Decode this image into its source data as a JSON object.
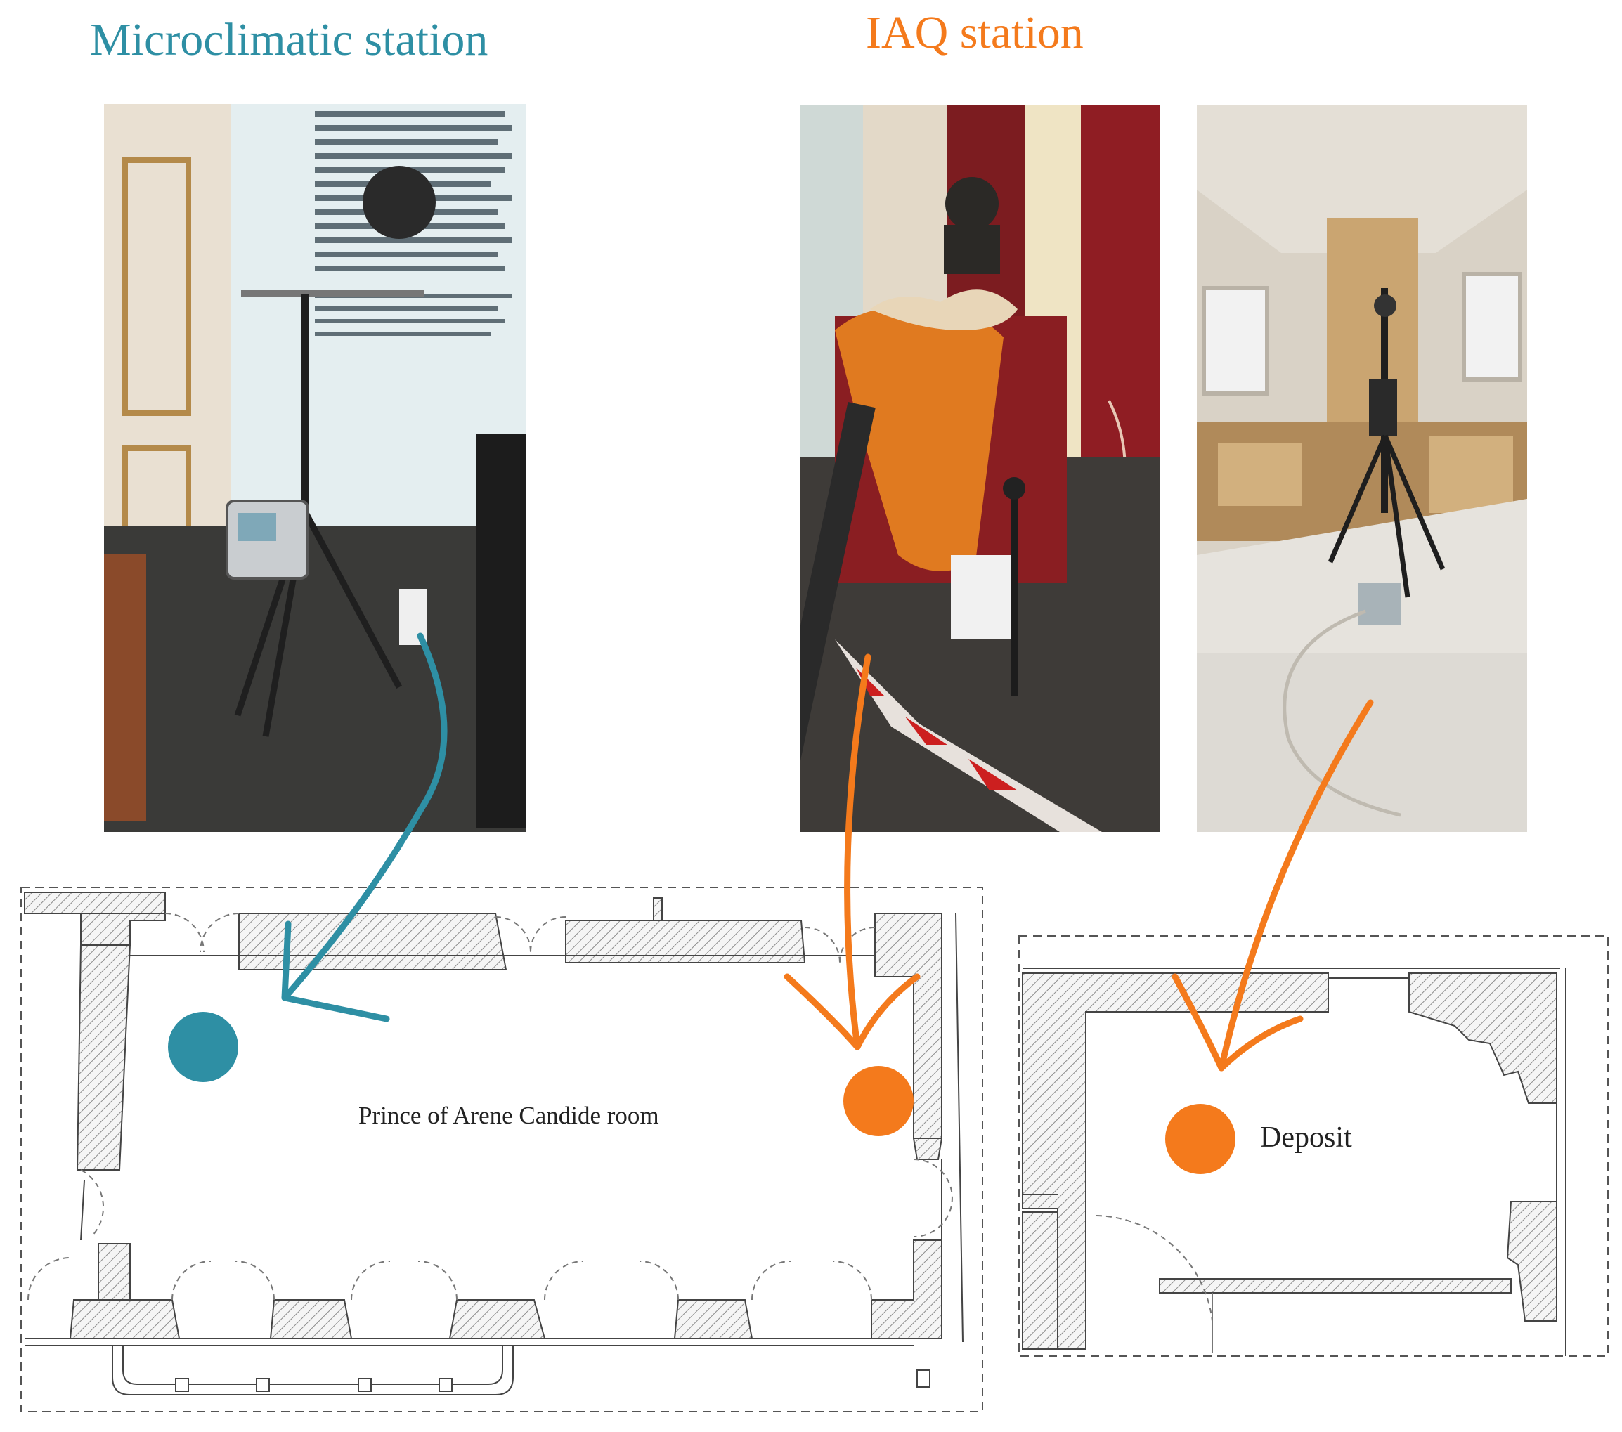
{
  "titles": {
    "microclimatic": "Microclimatic station",
    "iaq": "IAQ station"
  },
  "rooms": {
    "main_room": "Prince of Arene Candide room",
    "deposit": "Deposit"
  },
  "colors": {
    "microclimatic": "#2e8fa4",
    "iaq": "#f47a1c"
  }
}
